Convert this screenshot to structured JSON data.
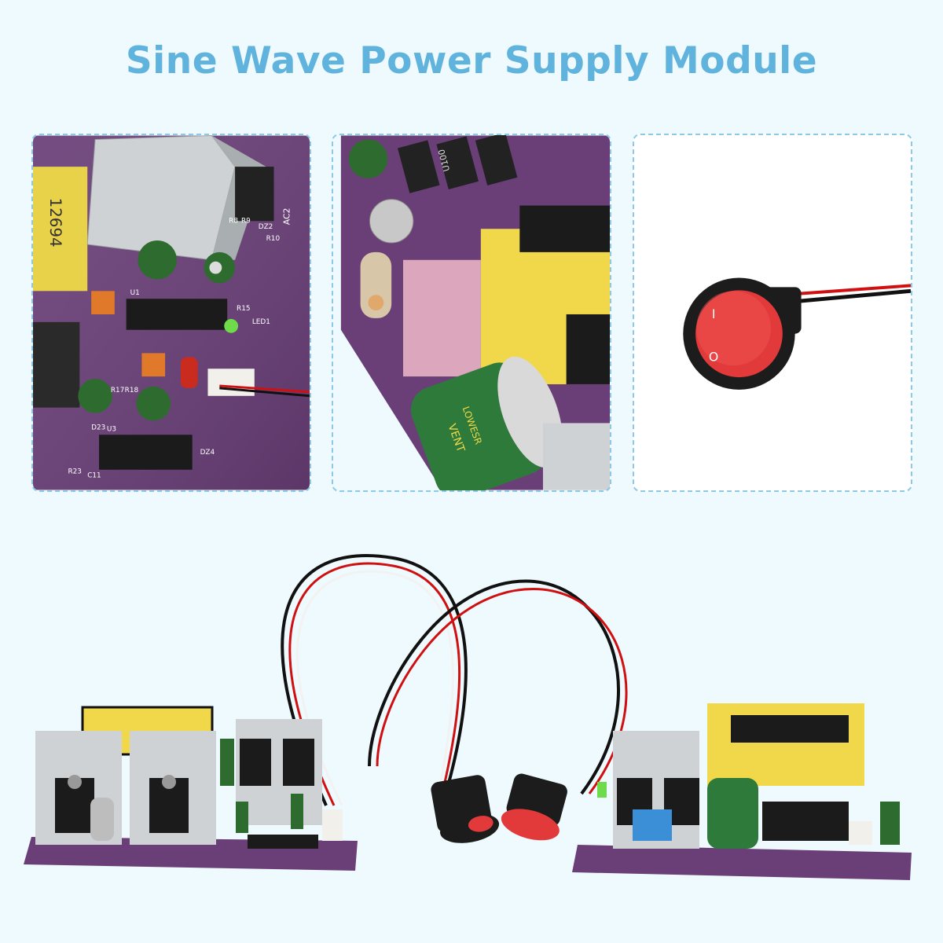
{
  "title": "Sine Wave Power Supply Module",
  "colors": {
    "background": "#eefafd",
    "title": "#5fb3dc",
    "panel_border": "#8cc9e6",
    "pcb": "#6a3f78",
    "switch_red": "#e23a3a"
  },
  "panels": [
    {
      "name": "control-board-closeup",
      "silkscreen": [
        "12694",
        "AC2",
        "R15",
        "LED1",
        "DZ2",
        "R10",
        "R9",
        "R8",
        "U1",
        "U3",
        "C11",
        "R17",
        "R18",
        "D23",
        "DZ4",
        "R23"
      ]
    },
    {
      "name": "fuse-capacitor-closeup",
      "silkscreen": [
        "VENT",
        "LOWESR",
        "U100"
      ]
    },
    {
      "name": "rocker-switch-closeup",
      "switch_marks": [
        "I",
        "O"
      ]
    }
  ]
}
